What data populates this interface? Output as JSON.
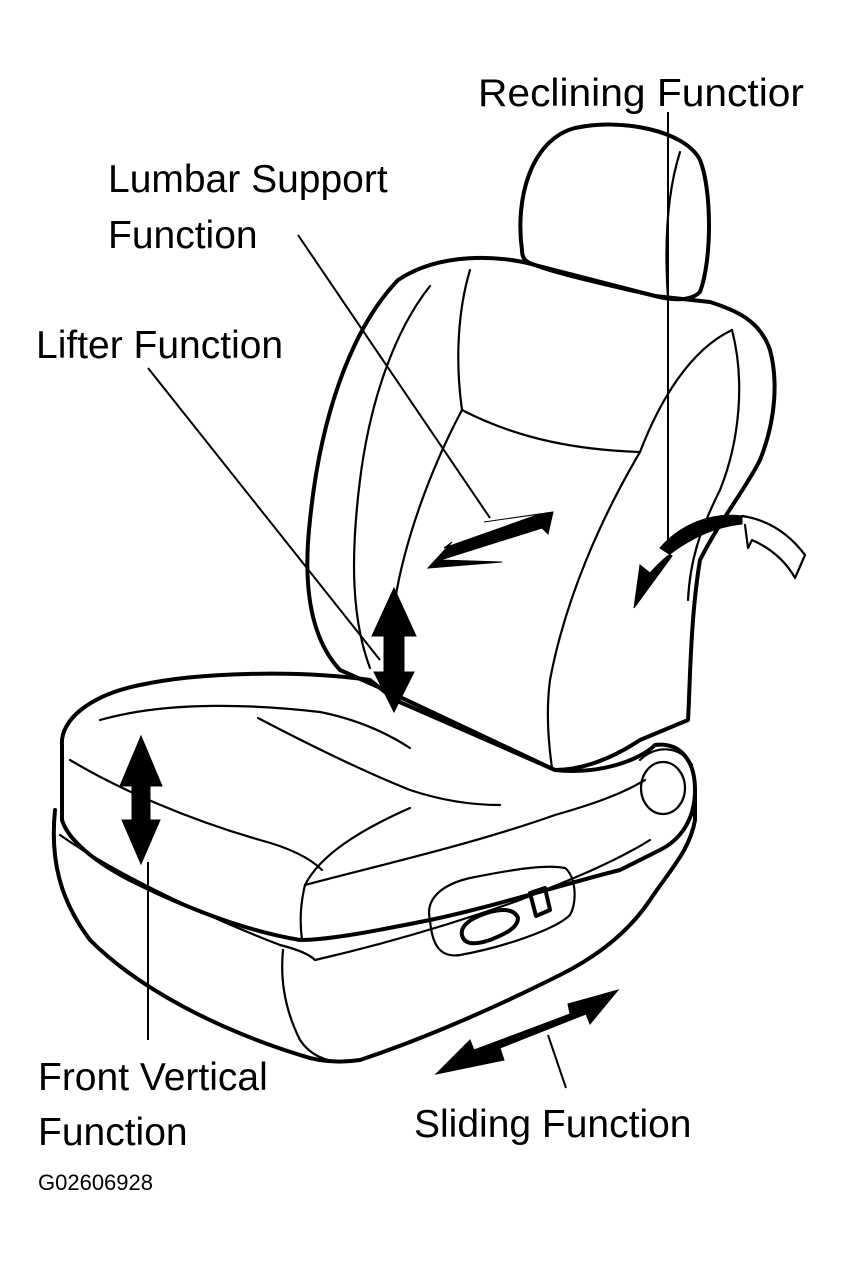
{
  "labels": {
    "reclining": "Reclining Functior",
    "lumbar_line1": "Lumbar Support",
    "lumbar_line2": "Function",
    "lifter": "Lifter Function",
    "front_vertical_line1": "Front Vertical",
    "front_vertical_line2": "Function",
    "sliding": "Sliding Function",
    "figure_code": "G02606928"
  },
  "colors": {
    "ink": "#000000",
    "paper": "#ffffff"
  }
}
